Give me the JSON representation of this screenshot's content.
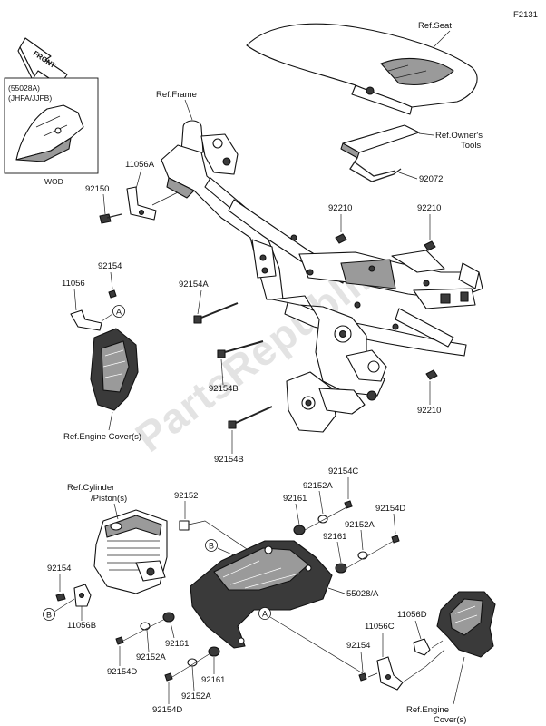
{
  "page_code": "F2131",
  "watermark": "PartsRepublik",
  "inset": {
    "code": "(55028A)",
    "variants": "(JHFA/JJFB)",
    "caption": "WOD"
  },
  "front_arrow": "FRONT",
  "callouts": {
    "a": "A",
    "b": "B"
  },
  "labels": {
    "ref_seat": "Ref.Seat",
    "ref_frame": "Ref.Frame",
    "ref_owners_tools_1": "Ref.Owner's",
    "ref_owners_tools_2": "Tools",
    "p92072": "92072",
    "p11056A": "11056A",
    "p92150": "92150",
    "p92210_a": "92210",
    "p92210_b": "92210",
    "p92210_c": "92210",
    "p92154_top": "92154",
    "p11056": "11056",
    "p92154A": "92154A",
    "p92154B_a": "92154B",
    "p92154B_b": "92154B",
    "ref_engine_cover_top": "Ref.Engine Cover(s)",
    "ref_cylinder_1": "Ref.Cylinder",
    "ref_cylinder_2": "/Piston(s)",
    "p92152": "92152",
    "p92154C": "92154C",
    "p92152A_a": "92152A",
    "p92161_a": "92161",
    "p92154D_a": "92154D",
    "p92152A_b": "92152A",
    "p92161_b": "92161",
    "p92154_left": "92154",
    "p11056B": "11056B",
    "p55028A": "55028/A",
    "p92154D_b": "92154D",
    "p92152A_c": "92152A",
    "p92161_c": "92161",
    "p92152A_d": "92152A",
    "p92161_d": "92161",
    "p92154D_c": "92154D",
    "p11056D": "11056D",
    "p11056C": "11056C",
    "p92154_right": "92154",
    "ref_engine_cover_bot_1": "Ref.Engine",
    "ref_engine_cover_bot_2": "Cover(s)"
  }
}
